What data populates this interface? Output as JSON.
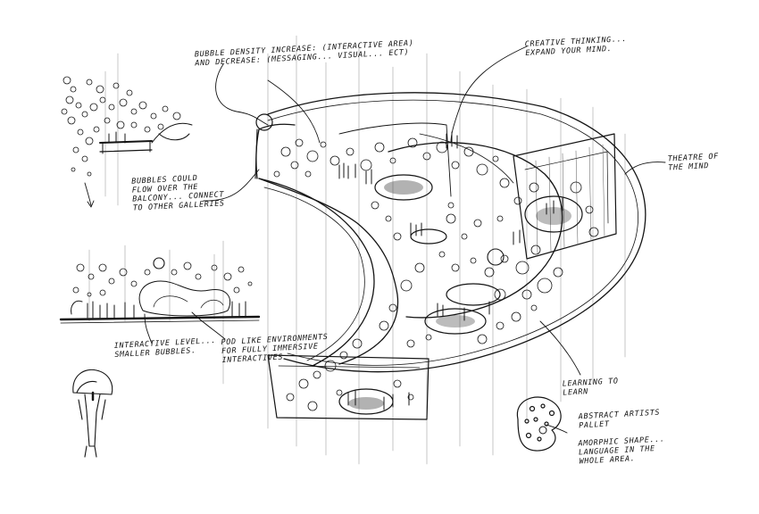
{
  "annotations": {
    "bubble_density": "Bubble density increase: (interactive area)\nand decrease: (messaging... visual... ect)",
    "creative_thinking": "Creative thinking...\nexpand your mind.",
    "theatre_of_the_mind": "Theatre of\nthe mind",
    "bubbles_flow": "Bubbles could\nflow over the\nbalcony... connect\nto other galleries",
    "interactive_level": "Interactive level...\nsmaller bubbles.",
    "pod_environments": "Pod like environments\nfor fully immersive\ninteractives",
    "learning_to_learn": "Learning to\nlearn",
    "abstract_artists_pallet": "Abstract artists\npallet",
    "amorphic_shape": "Amorphic shape...\nlanguage in the\nwhole area."
  },
  "colors": {
    "ink": "#141414",
    "paper": "#ffffff",
    "hatch": "#6a6a6a"
  }
}
